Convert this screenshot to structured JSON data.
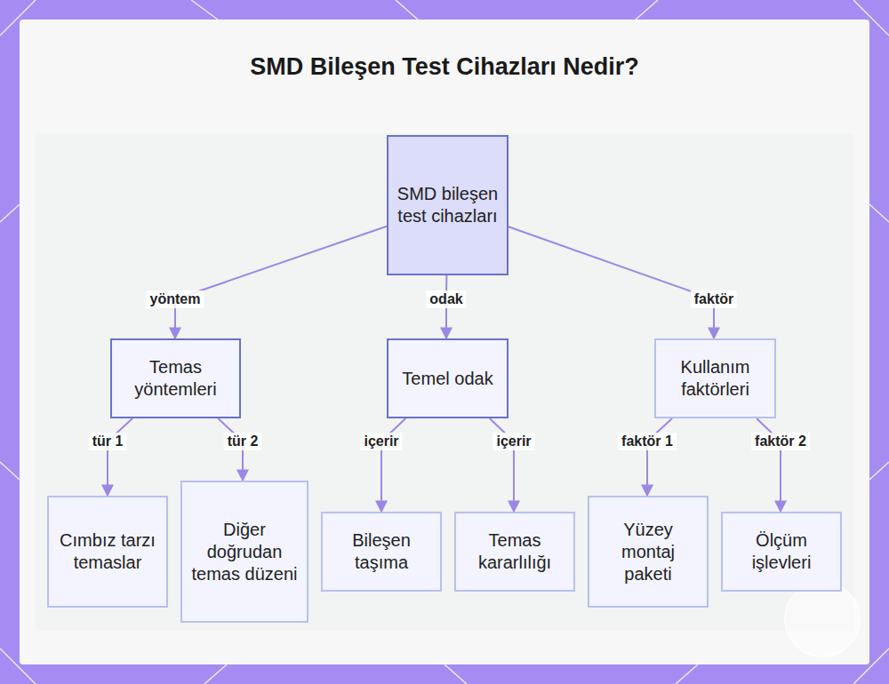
{
  "diagram": {
    "title": "SMD Bileşen Test Cihazları Nedir?",
    "nodes": [
      {
        "text": [
          "SMD bileşen test cihazları"
        ]
      },
      {
        "text": [
          "Temas yöntemleri"
        ]
      },
      {
        "text": [
          "Temel odak"
        ]
      },
      {
        "text": [
          "Kullanım faktörleri"
        ]
      },
      {
        "text": [
          "Cımbız tarzı temaslar"
        ]
      },
      {
        "text": [
          "Diğer doğrudan temas düzeni"
        ]
      },
      {
        "text": [
          "Bileşen taşıma"
        ]
      },
      {
        "text": [
          "Temas kararlılığı"
        ]
      },
      {
        "text": [
          "Yüzey montaj paketi"
        ]
      },
      {
        "text": [
          "Ölçüm işlevleri"
        ]
      }
    ],
    "edges": [
      {
        "from": 0,
        "to": 1,
        "label": "yöntem",
        "arrow": "to"
      },
      {
        "from": 0,
        "to": 2,
        "label": "odak",
        "arrow": "to"
      },
      {
        "from": 0,
        "to": 3,
        "label": "faktör",
        "arrow": "to"
      },
      {
        "from": 1,
        "to": 4,
        "label": "tür 1",
        "arrow": "to"
      },
      {
        "from": 1,
        "to": 5,
        "label": "tür 2",
        "arrow": "to"
      },
      {
        "from": 2,
        "to": 6,
        "label": "içerir",
        "arrow": "to"
      },
      {
        "from": 2,
        "to": 7,
        "label": "içerir",
        "arrow": "to"
      },
      {
        "from": 3,
        "to": 8,
        "label": "faktör 1",
        "arrow": "to"
      },
      {
        "from": 3,
        "to": 9,
        "label": "faktör 2",
        "arrow": "to"
      }
    ]
  }
}
